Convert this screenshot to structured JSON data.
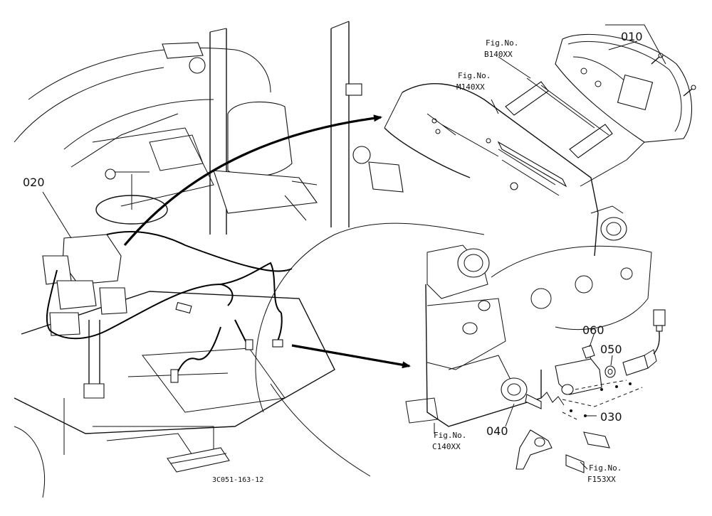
{
  "callouts": {
    "c010": "010",
    "c020": "020",
    "c030": "030",
    "c040": "040",
    "c050": "050",
    "c060": "060"
  },
  "figrefs": {
    "b140": {
      "label": "Fig.No.",
      "code": "B140XX"
    },
    "m140": {
      "label": "Fig.No.",
      "code": "M140XX"
    },
    "c140": {
      "label": "Fig.No.",
      "code": "C140XX"
    },
    "f153": {
      "label": "Fig.No.",
      "code": "F153XX"
    }
  },
  "drawing_code": "3C051-163-12"
}
